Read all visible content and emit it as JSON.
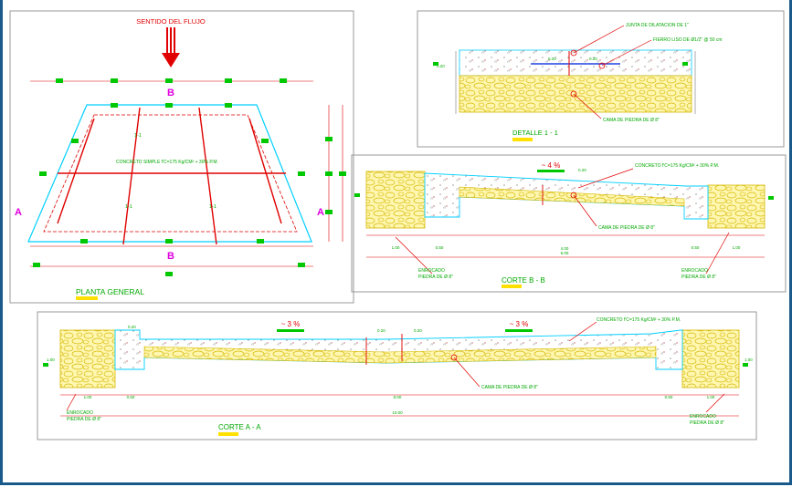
{
  "plan": {
    "flow_label": "SENTIDO DEL FLUJO",
    "title": "PLANTA GENERAL",
    "concrete_note": "CONCRETO SIMPLE f'C=175 Kg/CM² + 30% P.M.",
    "section_b_mark": "B",
    "section_a_mark": "A",
    "section_1_mark": "1-1"
  },
  "detail": {
    "title": "DETALLE 1 - 1",
    "joint_label": "JUNTA DE DILATACION DE 1\"",
    "rebar_label": "FIERRO LISO DE Ø1/2\" @ 50 cm",
    "bed_label": "CAMA DE PIEDRA DE Ø 8\"",
    "dim_height": "0.20",
    "dim_left": "0.20",
    "dim_right": "0.20"
  },
  "section_b": {
    "title": "CORTE B - B",
    "slope": "~ 4 %",
    "concrete_label": "CONCRETO f'C=175 Kg/CM² + 30% P.M.",
    "bed_label": "CAMA DE PIEDRA DE Ø 8\"",
    "riprap_left": "ENROCADO",
    "riprap_left_sub": "PIEDRA DE Ø 8\"",
    "riprap_right": "ENROCADO",
    "riprap_right_sub": "PIEDRA DE Ø 8\"",
    "dim_top": "0.20",
    "dim_total": "6.00",
    "dim_inner": "4.00",
    "dim_side_left": "1.00",
    "dim_step_left": "0.50",
    "dim_step_right": "0.50",
    "dim_side_right": "1.00"
  },
  "section_a": {
    "title": "CORTE A - A",
    "slope_left": "~ 3 %",
    "slope_right": "~ 3 %",
    "concrete_label": "CONCRETO f'C=175 Kg/CM² + 30% P.M.",
    "bed_label": "CAMA DE PIEDRA DE Ø 8\"",
    "riprap_left": "ENROCADO",
    "riprap_left_sub": "PIEDRA DE Ø 8\"",
    "riprap_right": "ENROCADO",
    "riprap_right_sub": "PIEDRA DE Ø 8\"",
    "dim_top_a": "0.20",
    "dim_top_b": "0.20",
    "dim_top_left": "0.20",
    "dim_total": "10.00",
    "dim_inner": "8.00",
    "dim_side_left": "1.00",
    "dim_step_left": "0.50",
    "dim_step_right": "0.50",
    "dim_side_right": "1.00",
    "dim_h_left": "1.00",
    "dim_h_right": "1.00"
  },
  "colors": {
    "frame": "#9a9a9a",
    "concrete": "#00cfff",
    "red": "#ff0000",
    "green": "#00c800",
    "yellow": "#ffe000",
    "magenta": "#e000e0",
    "text_green": "#00a800"
  }
}
